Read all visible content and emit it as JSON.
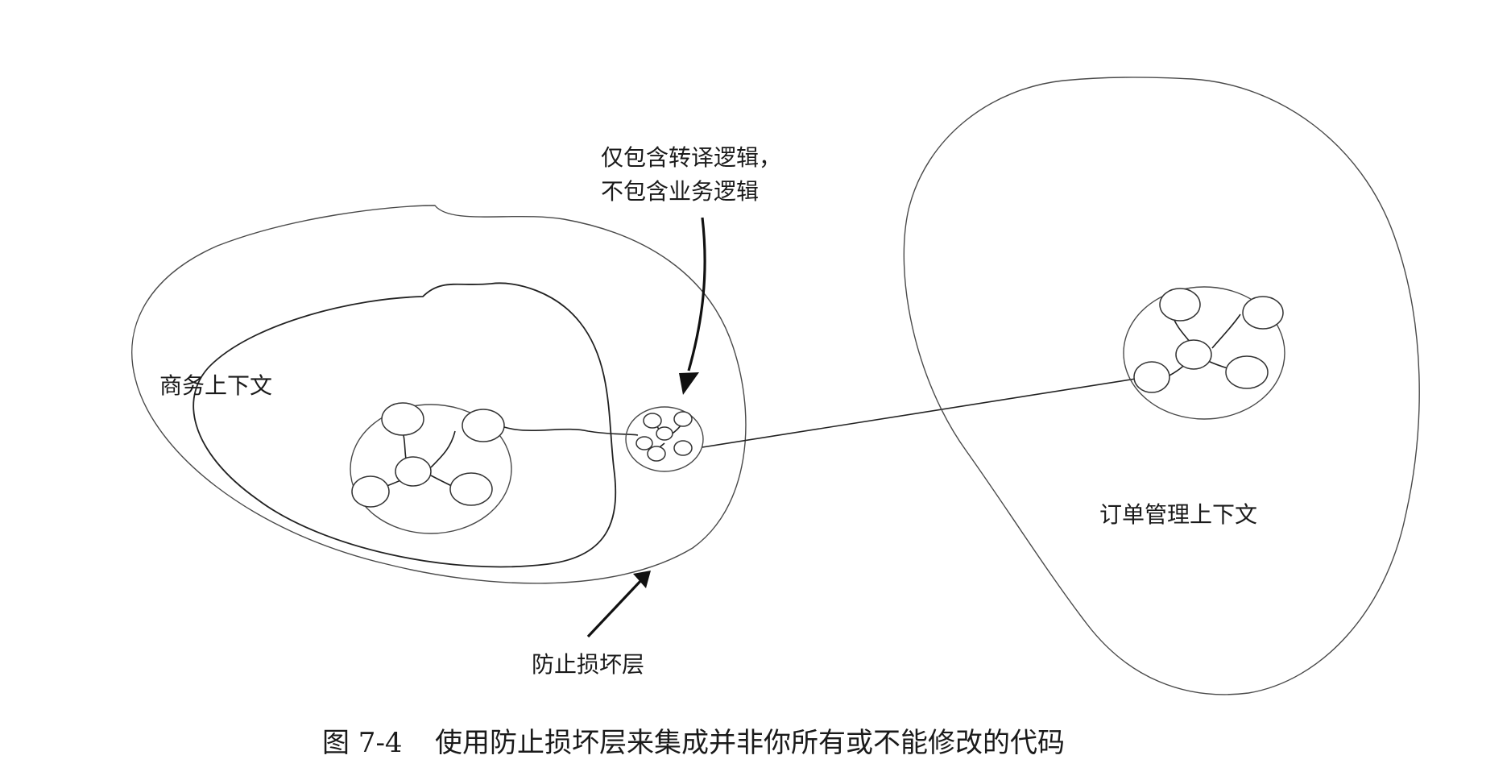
{
  "labels": {
    "commerce_context": "商务上下文",
    "order_context": "订单管理上下文",
    "acl_note_line1": "仅包含转译逻辑，",
    "acl_note_line2": "不包含业务逻辑",
    "acl_label": "防止损坏层"
  },
  "caption": {
    "figure_number": "图 7-4",
    "text": "使用防止损坏层来集成并非你所有或不能修改的代码"
  },
  "colors": {
    "stroke": "#4a4a4a",
    "arrow": "#111111",
    "background": "#ffffff"
  }
}
